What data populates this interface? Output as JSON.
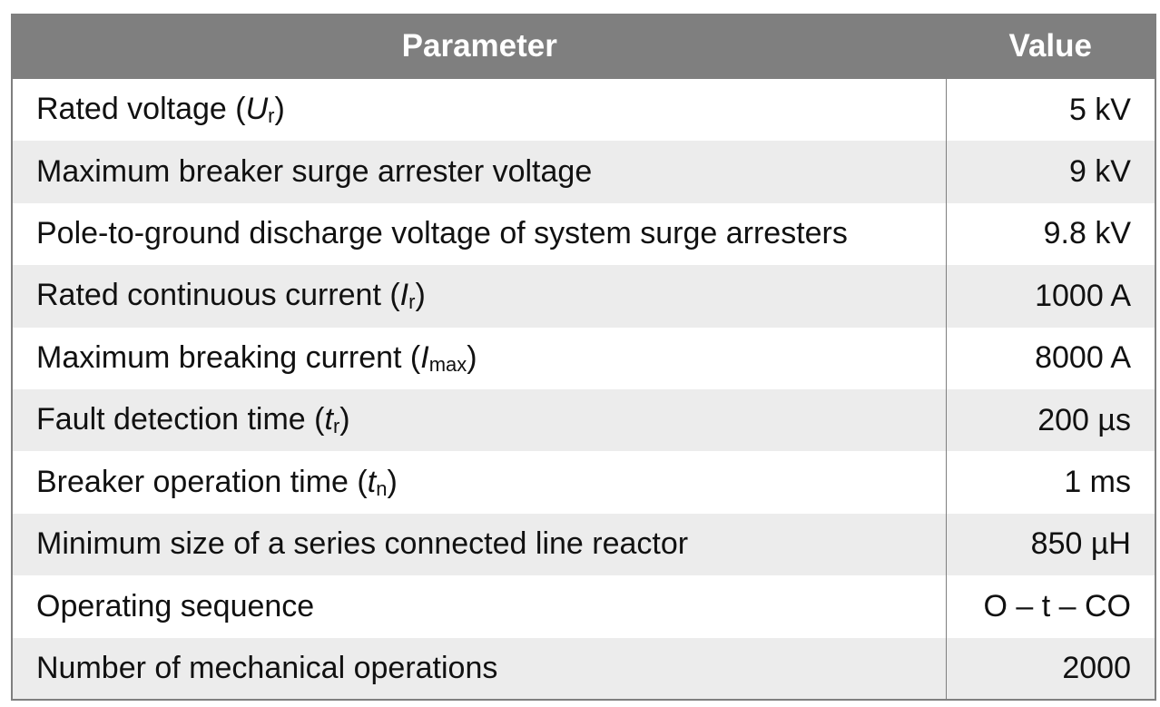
{
  "table": {
    "headers": {
      "parameter": "Parameter",
      "value": "Value"
    },
    "rows": [
      {
        "label": "Rated voltage (",
        "symbol": "U",
        "subscript": "r",
        "close": ")",
        "value": "5 kV"
      },
      {
        "label": "Maximum breaker surge arrester voltage",
        "symbol": "",
        "subscript": "",
        "close": "",
        "value": "9 kV"
      },
      {
        "label": "Pole-to-ground discharge voltage of system surge arresters",
        "symbol": "",
        "subscript": "",
        "close": "",
        "value": "9.8 kV"
      },
      {
        "label": "Rated continuous current (",
        "symbol": "I",
        "subscript": "r",
        "close": ")",
        "value": "1000 A"
      },
      {
        "label": "Maximum breaking current (",
        "symbol": "I",
        "subscript": "max",
        "close": ")",
        "value": "8000 A"
      },
      {
        "label": "Fault detection time (",
        "symbol": "t",
        "subscript": "r",
        "close": ")",
        "value": "200 µs"
      },
      {
        "label": "Breaker operation time (",
        "symbol": "t",
        "subscript": "n",
        "close": ")",
        "value": "1 ms"
      },
      {
        "label": "Minimum size of a series connected line reactor",
        "symbol": "",
        "subscript": "",
        "close": "",
        "value": "850 µH"
      },
      {
        "label": "Operating sequence",
        "symbol": "",
        "subscript": "",
        "close": "",
        "value": "O – t – CO"
      },
      {
        "label": "Number of mechanical operations",
        "symbol": "",
        "subscript": "",
        "close": "",
        "value": "2000"
      }
    ]
  },
  "colors": {
    "header_bg": "#7f7f7f",
    "header_text": "#ffffff",
    "row_alt_bg": "#ececec",
    "row_bg": "#ffffff",
    "border": "#7f7f7f"
  }
}
